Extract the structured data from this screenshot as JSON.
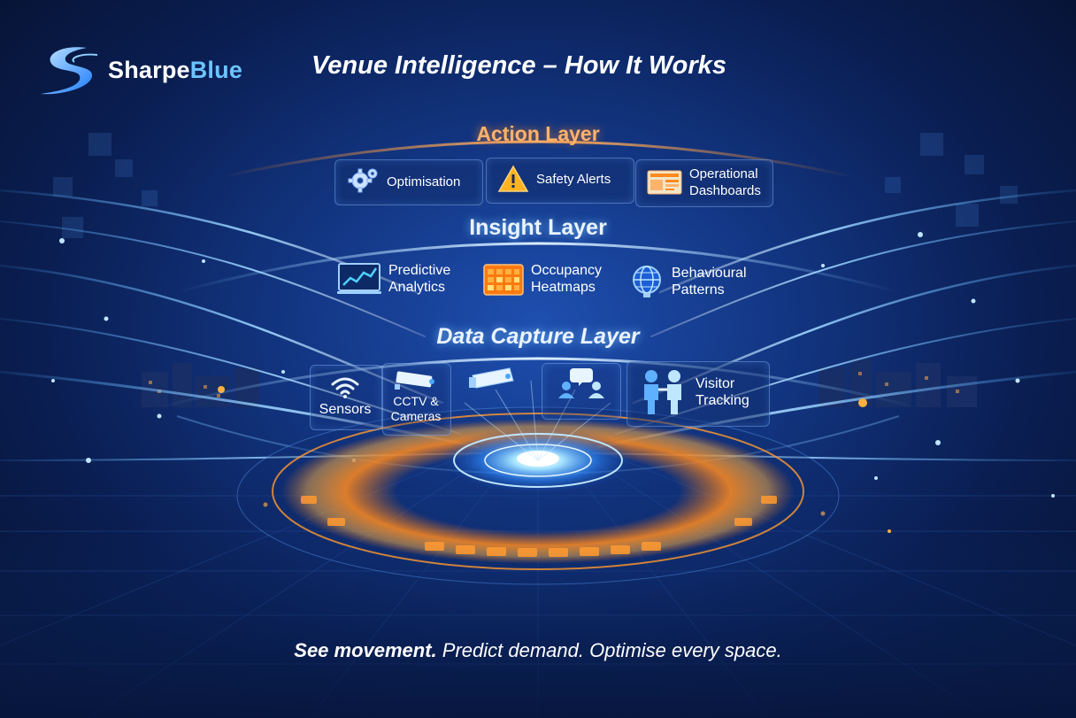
{
  "brand": {
    "name_part1": "Sharpe",
    "name_part2": "Blue"
  },
  "headline": "Venue Intelligence – How It Works",
  "layers": {
    "action": {
      "title": "Action Layer",
      "items": [
        {
          "label": "Optimisation",
          "icon": "gears-icon"
        },
        {
          "label": "Safety Alerts",
          "icon": "warning-icon"
        },
        {
          "label_line1": "Operational",
          "label_line2": "Dashboards",
          "icon": "dashboard-icon"
        }
      ]
    },
    "insight": {
      "title": "Insight Layer",
      "items": [
        {
          "label_line1": "Predictive",
          "label_line2": "Analytics",
          "icon": "line-chart-icon"
        },
        {
          "label_line1": "Occupancy",
          "label_line2": "Heatmaps",
          "icon": "heatmap-icon"
        },
        {
          "label_line1": "Behavioural",
          "label_line2": "Patterns",
          "icon": "globe-brain-icon"
        }
      ]
    },
    "capture": {
      "title": "Data Capture Layer",
      "items": [
        {
          "label": "Sensors",
          "icon": "wifi-sensor-icon"
        },
        {
          "label_line1": "CCTV &",
          "label_line2": "Cameras",
          "icon": "cctv-icon"
        },
        {
          "icon": "security-camera-icon"
        },
        {
          "icon": "people-chat-icon"
        },
        {
          "label_line1": "Visitor",
          "label_line2": "Tracking",
          "icon": "visitors-icon"
        }
      ]
    }
  },
  "tagline": {
    "bold": "See movement.",
    "rest": " Predict demand. Optimise every space."
  },
  "colors": {
    "accent_orange": "#ff8a1e",
    "accent_blue": "#4aa8ff",
    "background": "#0a1e52"
  }
}
